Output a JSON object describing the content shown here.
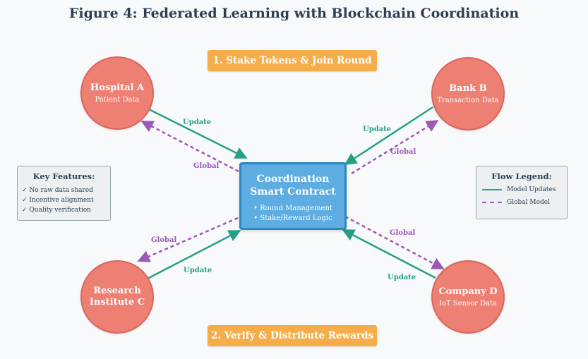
{
  "title": "Figure 4: Federated Learning with Blockchain Coordination",
  "banners": {
    "top": "1. Stake Tokens & Join Round",
    "bottom": "2. Verify & Distribute Rewards"
  },
  "nodes": {
    "hospital": {
      "name": "Hospital A",
      "sub": "Patient Data"
    },
    "bank": {
      "name": "Bank B",
      "sub": "Transaction Data"
    },
    "research": {
      "name_line1": "Research",
      "name_line2": "Institute C"
    },
    "company": {
      "name": "Company D",
      "sub": "IoT Sensor Data"
    }
  },
  "contract": {
    "title_line1": "Coordination",
    "title_line2": "Smart Contract",
    "bullet1": "• Round Management",
    "bullet2": "• Stake/Reward Logic"
  },
  "features": {
    "title": "Key Features:",
    "items": [
      "✓ No raw data shared",
      "✓ Incentive alignment",
      "✓ Quality verification"
    ]
  },
  "legend": {
    "title": "Flow Legend:",
    "update": "Model Updates",
    "global": "Global Model"
  },
  "edge_labels": {
    "update": "Update",
    "global": "Global"
  },
  "colors": {
    "update": "#26a085",
    "global": "#9b59b6",
    "node": "#ee7f73",
    "contract": "#5dade2",
    "banner": "#f5ad4a"
  }
}
